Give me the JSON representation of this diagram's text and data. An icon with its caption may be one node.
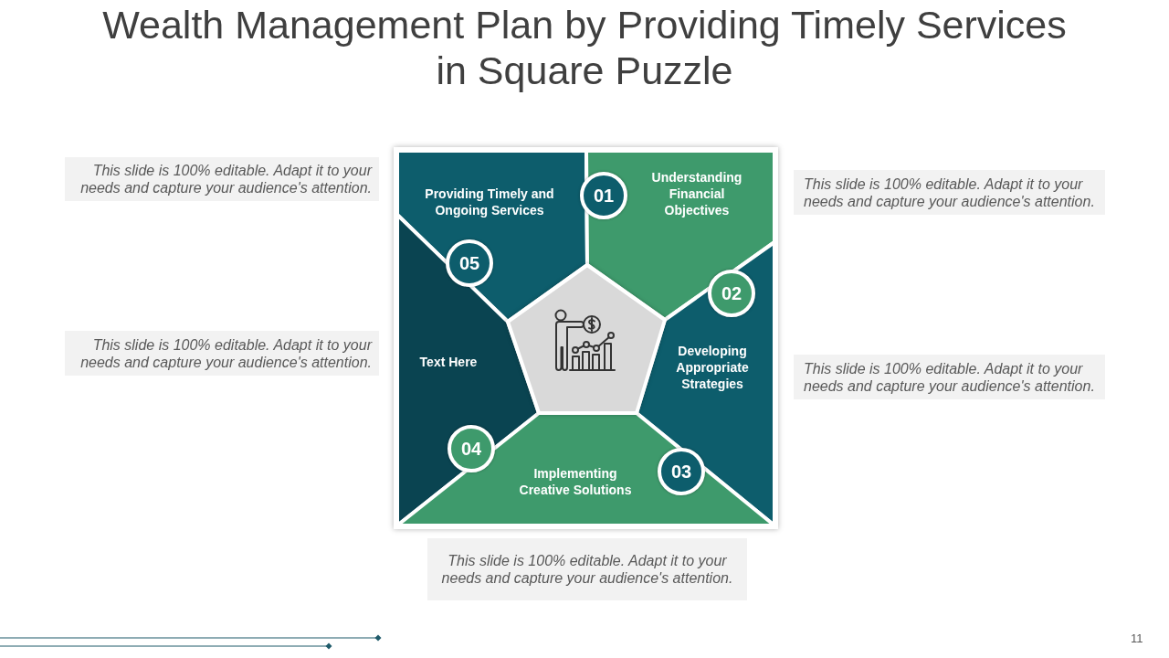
{
  "diagram": {
    "title": "Wealth Management Plan by Providing Timely Services in Square Puzzle",
    "nodes": [
      {
        "text": [
          "This slide is 100% editable. Adapt it to your needs and capture your audience's attention."
        ]
      },
      {
        "text": [
          "Providing Timely and Ongoing Services"
        ]
      },
      {
        "text": [
          "01"
        ]
      },
      {
        "text": [
          "Understanding Financial Objectives"
        ]
      },
      {
        "text": [
          "This slide is 100% editable. Adapt it to your needs and capture your audience's attention."
        ]
      },
      {
        "text": [
          "05"
        ]
      },
      {
        "text": [
          "02"
        ]
      },
      {
        "text": [],
        "shape": "pentagon"
      },
      {
        "text": [
          "This slide is 100% editable. Adapt it to your needs and capture your audience's attention."
        ]
      },
      {
        "text": [
          "Text Here"
        ]
      },
      {
        "text": [
          "Developing Appropriate Strategies"
        ]
      },
      {
        "text": [
          "This slide is 100% editable. Adapt it to your needs and capture your audience's attention."
        ]
      },
      {
        "text": [
          "04"
        ]
      },
      {
        "text": [
          "03"
        ]
      },
      {
        "text": [
          "Implementing Creative Solutions"
        ]
      },
      {
        "text": [
          "This slide is 100% editable. Adapt it to your needs and capture your audience's attention."
        ]
      }
    ],
    "labels": [
      "11"
    ]
  }
}
